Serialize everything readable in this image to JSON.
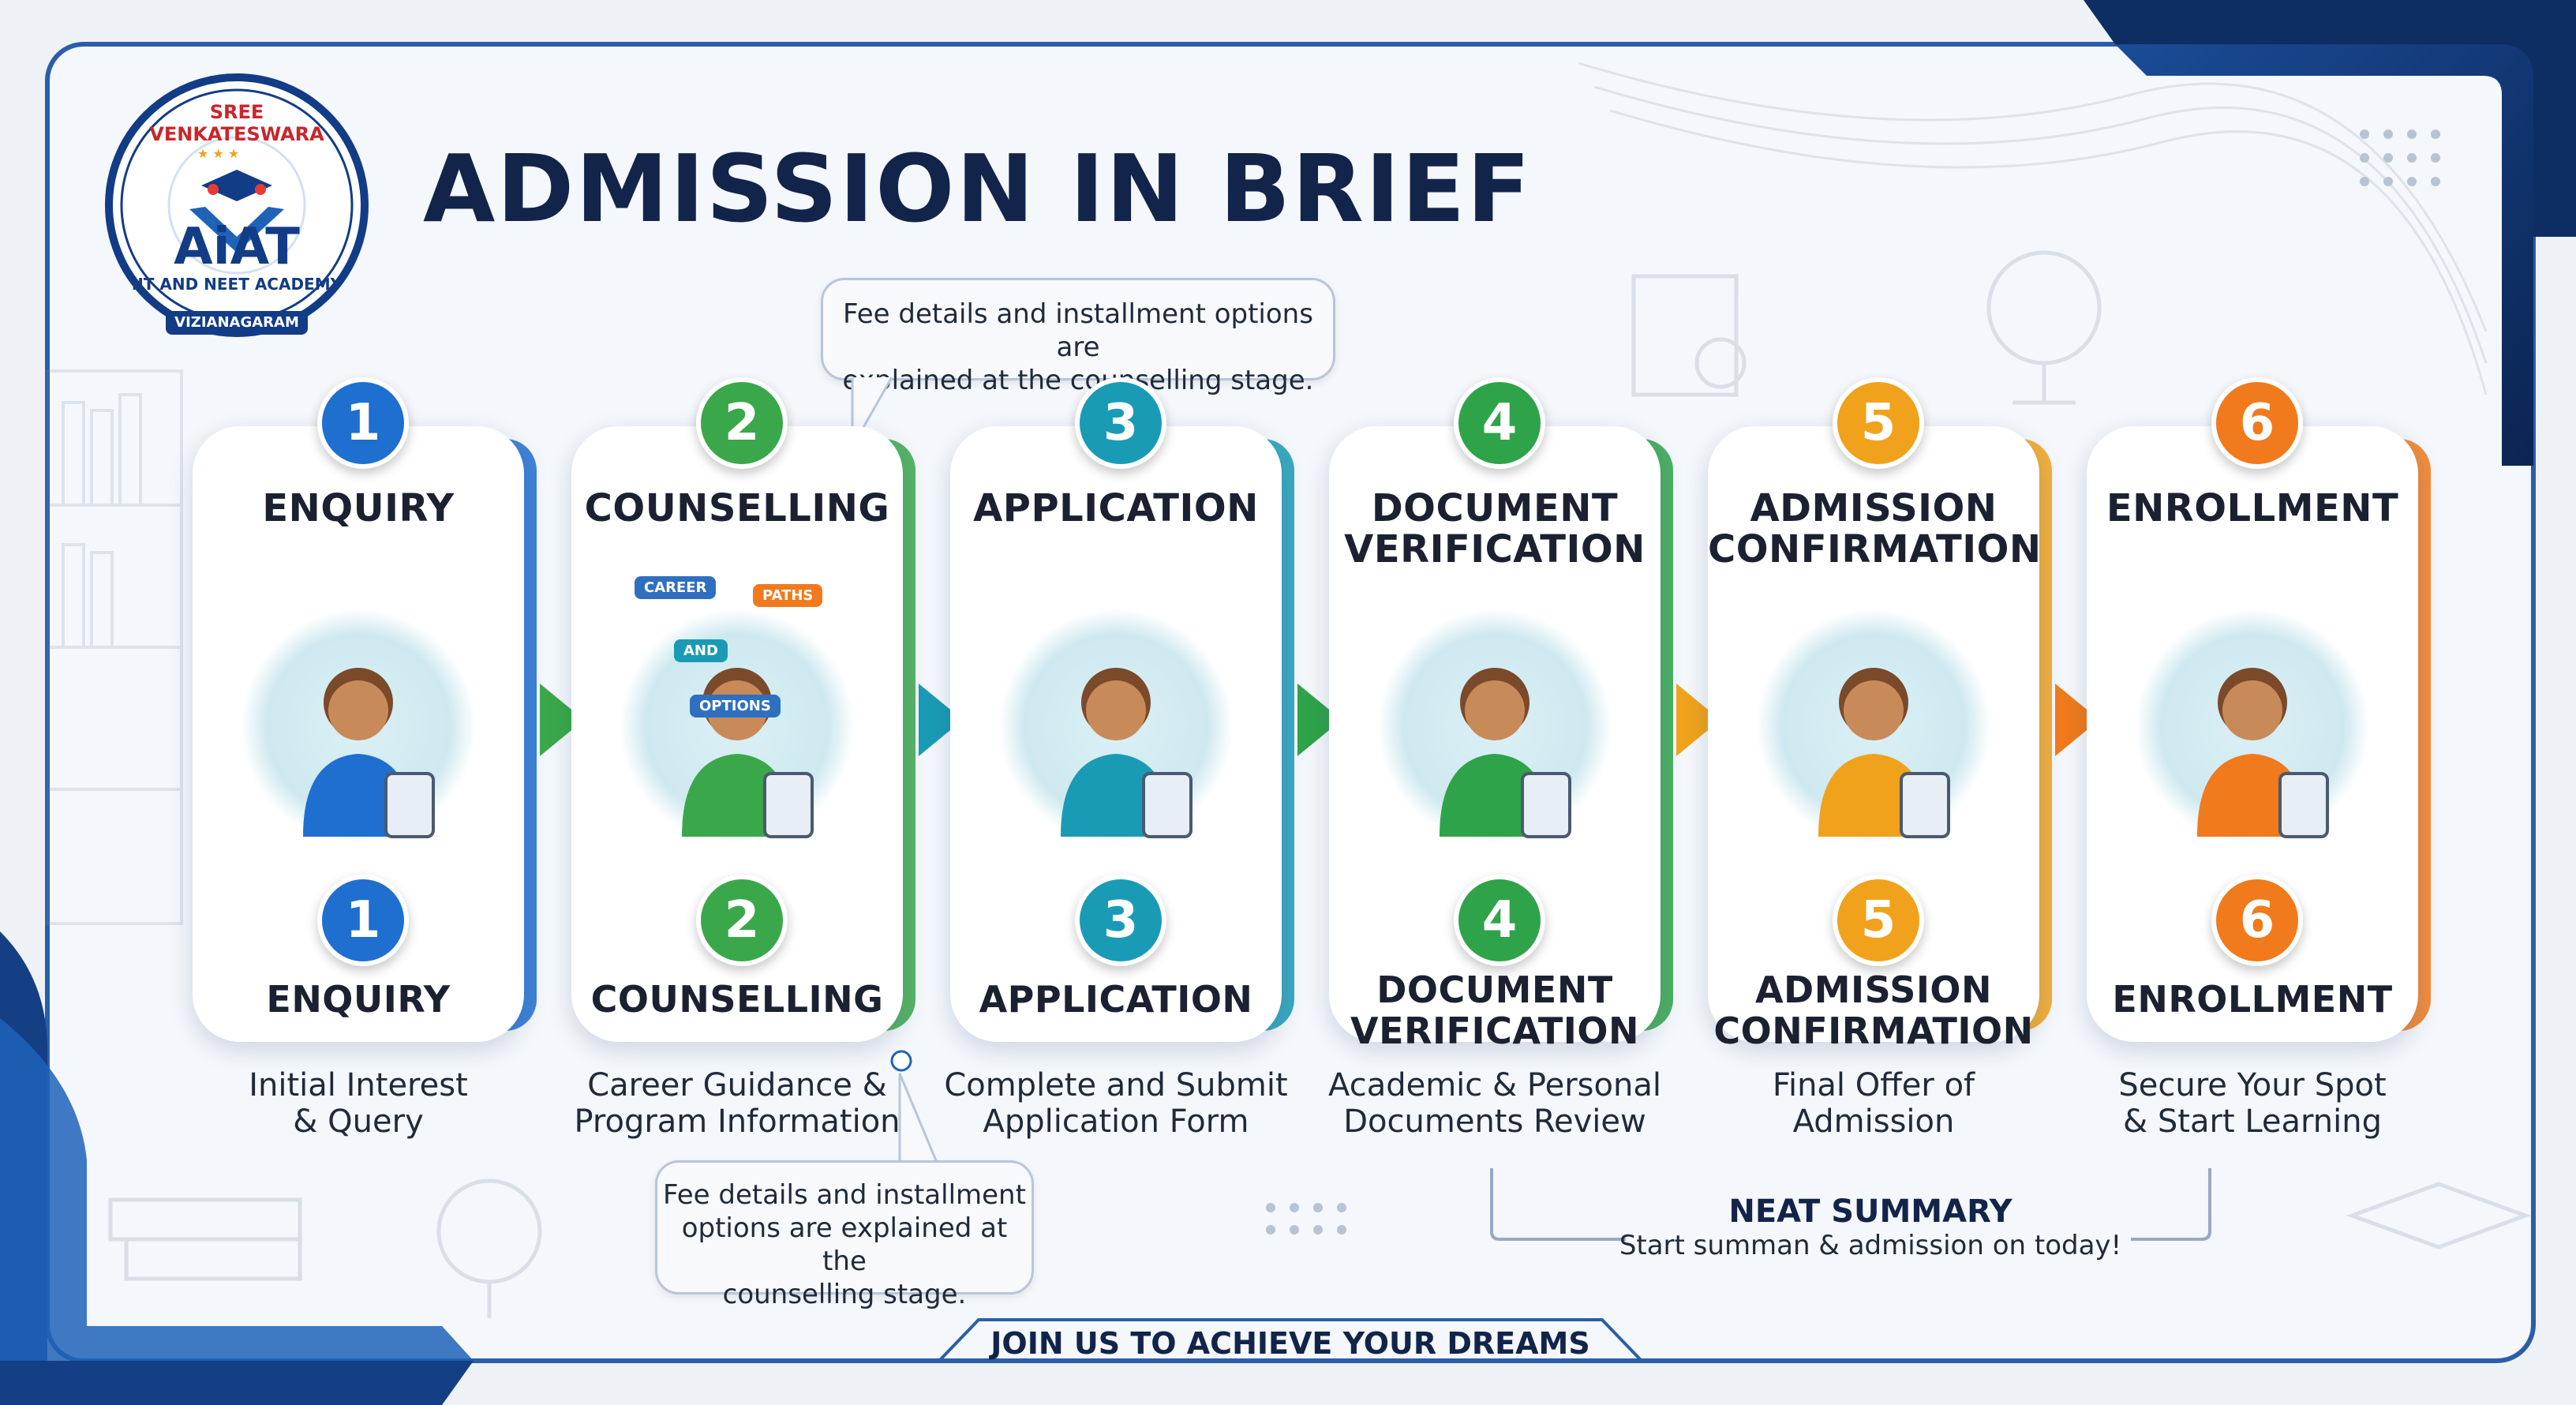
{
  "header": {
    "title": "ADMISSION IN BRIEF"
  },
  "logo": {
    "arc_top": "SREE VENKATESWARA",
    "arc_bottom": "IIT AND NEET ACADEMY",
    "brand": "AiAT",
    "location": "VIZIANAGARAM"
  },
  "callout_top": {
    "line1": "Fee details and installment options are",
    "line2": "explained at the counselling stage."
  },
  "callout_bottom": {
    "line1": "Fee details and installment",
    "line2": "options are explained at the",
    "line3": "counselling stage."
  },
  "steps": [
    {
      "number": "1",
      "title": [
        "ENQUIRY",
        ""
      ],
      "subtitle": [
        "ENQUIRY",
        ""
      ],
      "desc": [
        "Initial Interest",
        "& Query"
      ],
      "color": "#1e6fd0"
    },
    {
      "number": "2",
      "title": [
        "COUNSELLING",
        ""
      ],
      "subtitle": [
        "COUNSELLING",
        ""
      ],
      "desc": [
        "Career Guidance &",
        "Program Information"
      ],
      "color": "#3aa84a",
      "signs": [
        "CAREER",
        "PATHS",
        "AND",
        "OPTIONS"
      ]
    },
    {
      "number": "3",
      "title": [
        "APPLICATION",
        ""
      ],
      "subtitle": [
        "APPLICATION",
        ""
      ],
      "desc": [
        "Complete and Submit",
        "Application Form"
      ],
      "color": "#1a9bb5"
    },
    {
      "number": "4",
      "title": [
        "DOCUMENT",
        "VERIFICATION"
      ],
      "subtitle": [
        "DOCUMENT",
        "VERIFICATION"
      ],
      "desc": [
        "Academic & Personal",
        "Documents Review"
      ],
      "color": "#2fa34a"
    },
    {
      "number": "5",
      "title": [
        "ADMISSION",
        "CONFIRMATION"
      ],
      "subtitle": [
        "ADMISSION",
        "CONFIRMATION"
      ],
      "desc": [
        "Final Offer of",
        "Admission"
      ],
      "color": "#f0a21c"
    },
    {
      "number": "6",
      "title": [
        "ENROLLMENT",
        ""
      ],
      "subtitle": [
        "ENROLLMENT",
        ""
      ],
      "desc": [
        "Secure Your Spot",
        "& Start Learning"
      ],
      "color": "#f07a1c"
    }
  ],
  "summary": {
    "heading": "NEAT SUMMARY",
    "text": "Start summan & admission on today!"
  },
  "footer": {
    "tagline": "JOIN US TO ACHIEVE YOUR DREAMS"
  },
  "colors": {
    "navy": "#0f2a5c",
    "blue": "#1f5fae",
    "frame": "#2b5ea8"
  }
}
